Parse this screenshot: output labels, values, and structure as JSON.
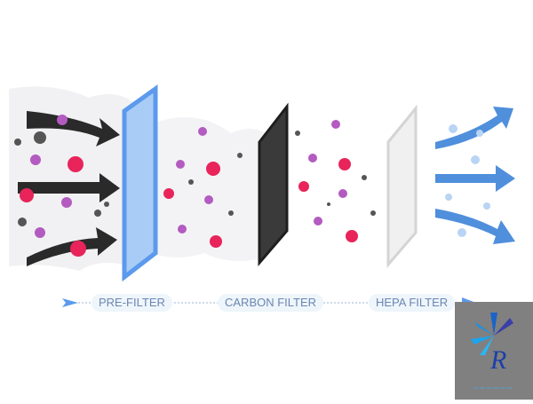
{
  "stages": [
    {
      "label": "PRE-FILTER"
    },
    {
      "label": "CARBON FILTER"
    },
    {
      "label": "HEPA FILTER"
    }
  ],
  "colors": {
    "prefilter": "#6aa6ef",
    "carbon": "#2b2b2b",
    "hepa": "#e8e8e8",
    "virus_red": "#e8245a",
    "virus_purple": "#b35bc0",
    "clean_air": "#4f8fdc",
    "label_text": "#6c87b0",
    "logo_bg": "#808080"
  },
  "icons": [
    "dirty-air-arrow-icon",
    "virus-icon",
    "clean-air-arrow-icon",
    "flow-arrow-icon",
    "logo-icon"
  ]
}
